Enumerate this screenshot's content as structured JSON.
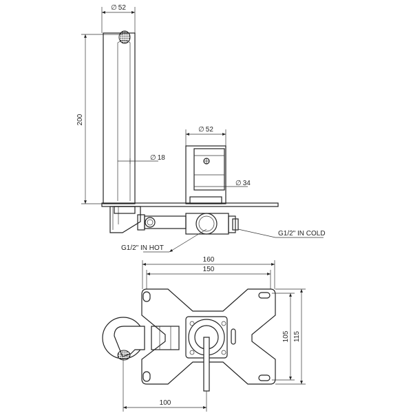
{
  "labels": {
    "dia_spout": "52",
    "height_spout": "200",
    "dia_pipe": "18",
    "dia_mixer": "52",
    "dia_lever": "34",
    "inlet_hot": "G1/2\" IN HOT",
    "inlet_cold": "G1/2\" IN COLD",
    "width_total": "160",
    "width_holes": "150",
    "height_holes": "105",
    "height_total": "115",
    "offset_spout": "100"
  },
  "symbols": {
    "diameter": "∅"
  },
  "colors": {
    "line": "#222222",
    "background": "#ffffff"
  }
}
